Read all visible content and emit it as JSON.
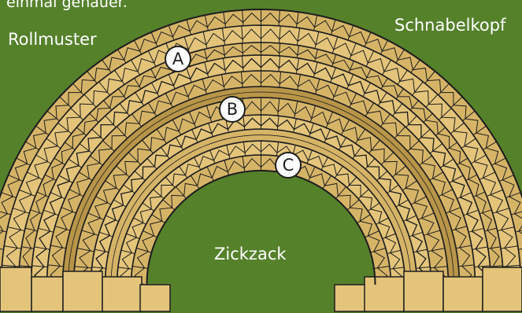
{
  "caption_fragment": "einmal genauer.",
  "labels": {
    "rollmuster": "Rollmuster",
    "schnabelkopf": "Schnabelkopf",
    "zickzack": "Zickzack"
  },
  "markers": {
    "a": "A",
    "b": "B",
    "c": "C"
  },
  "colors": {
    "background": "#55812b",
    "stone": "#d6b467",
    "stone_light": "#e3c47a",
    "stone_dark": "#b89548",
    "outline": "#1e1e1e"
  }
}
